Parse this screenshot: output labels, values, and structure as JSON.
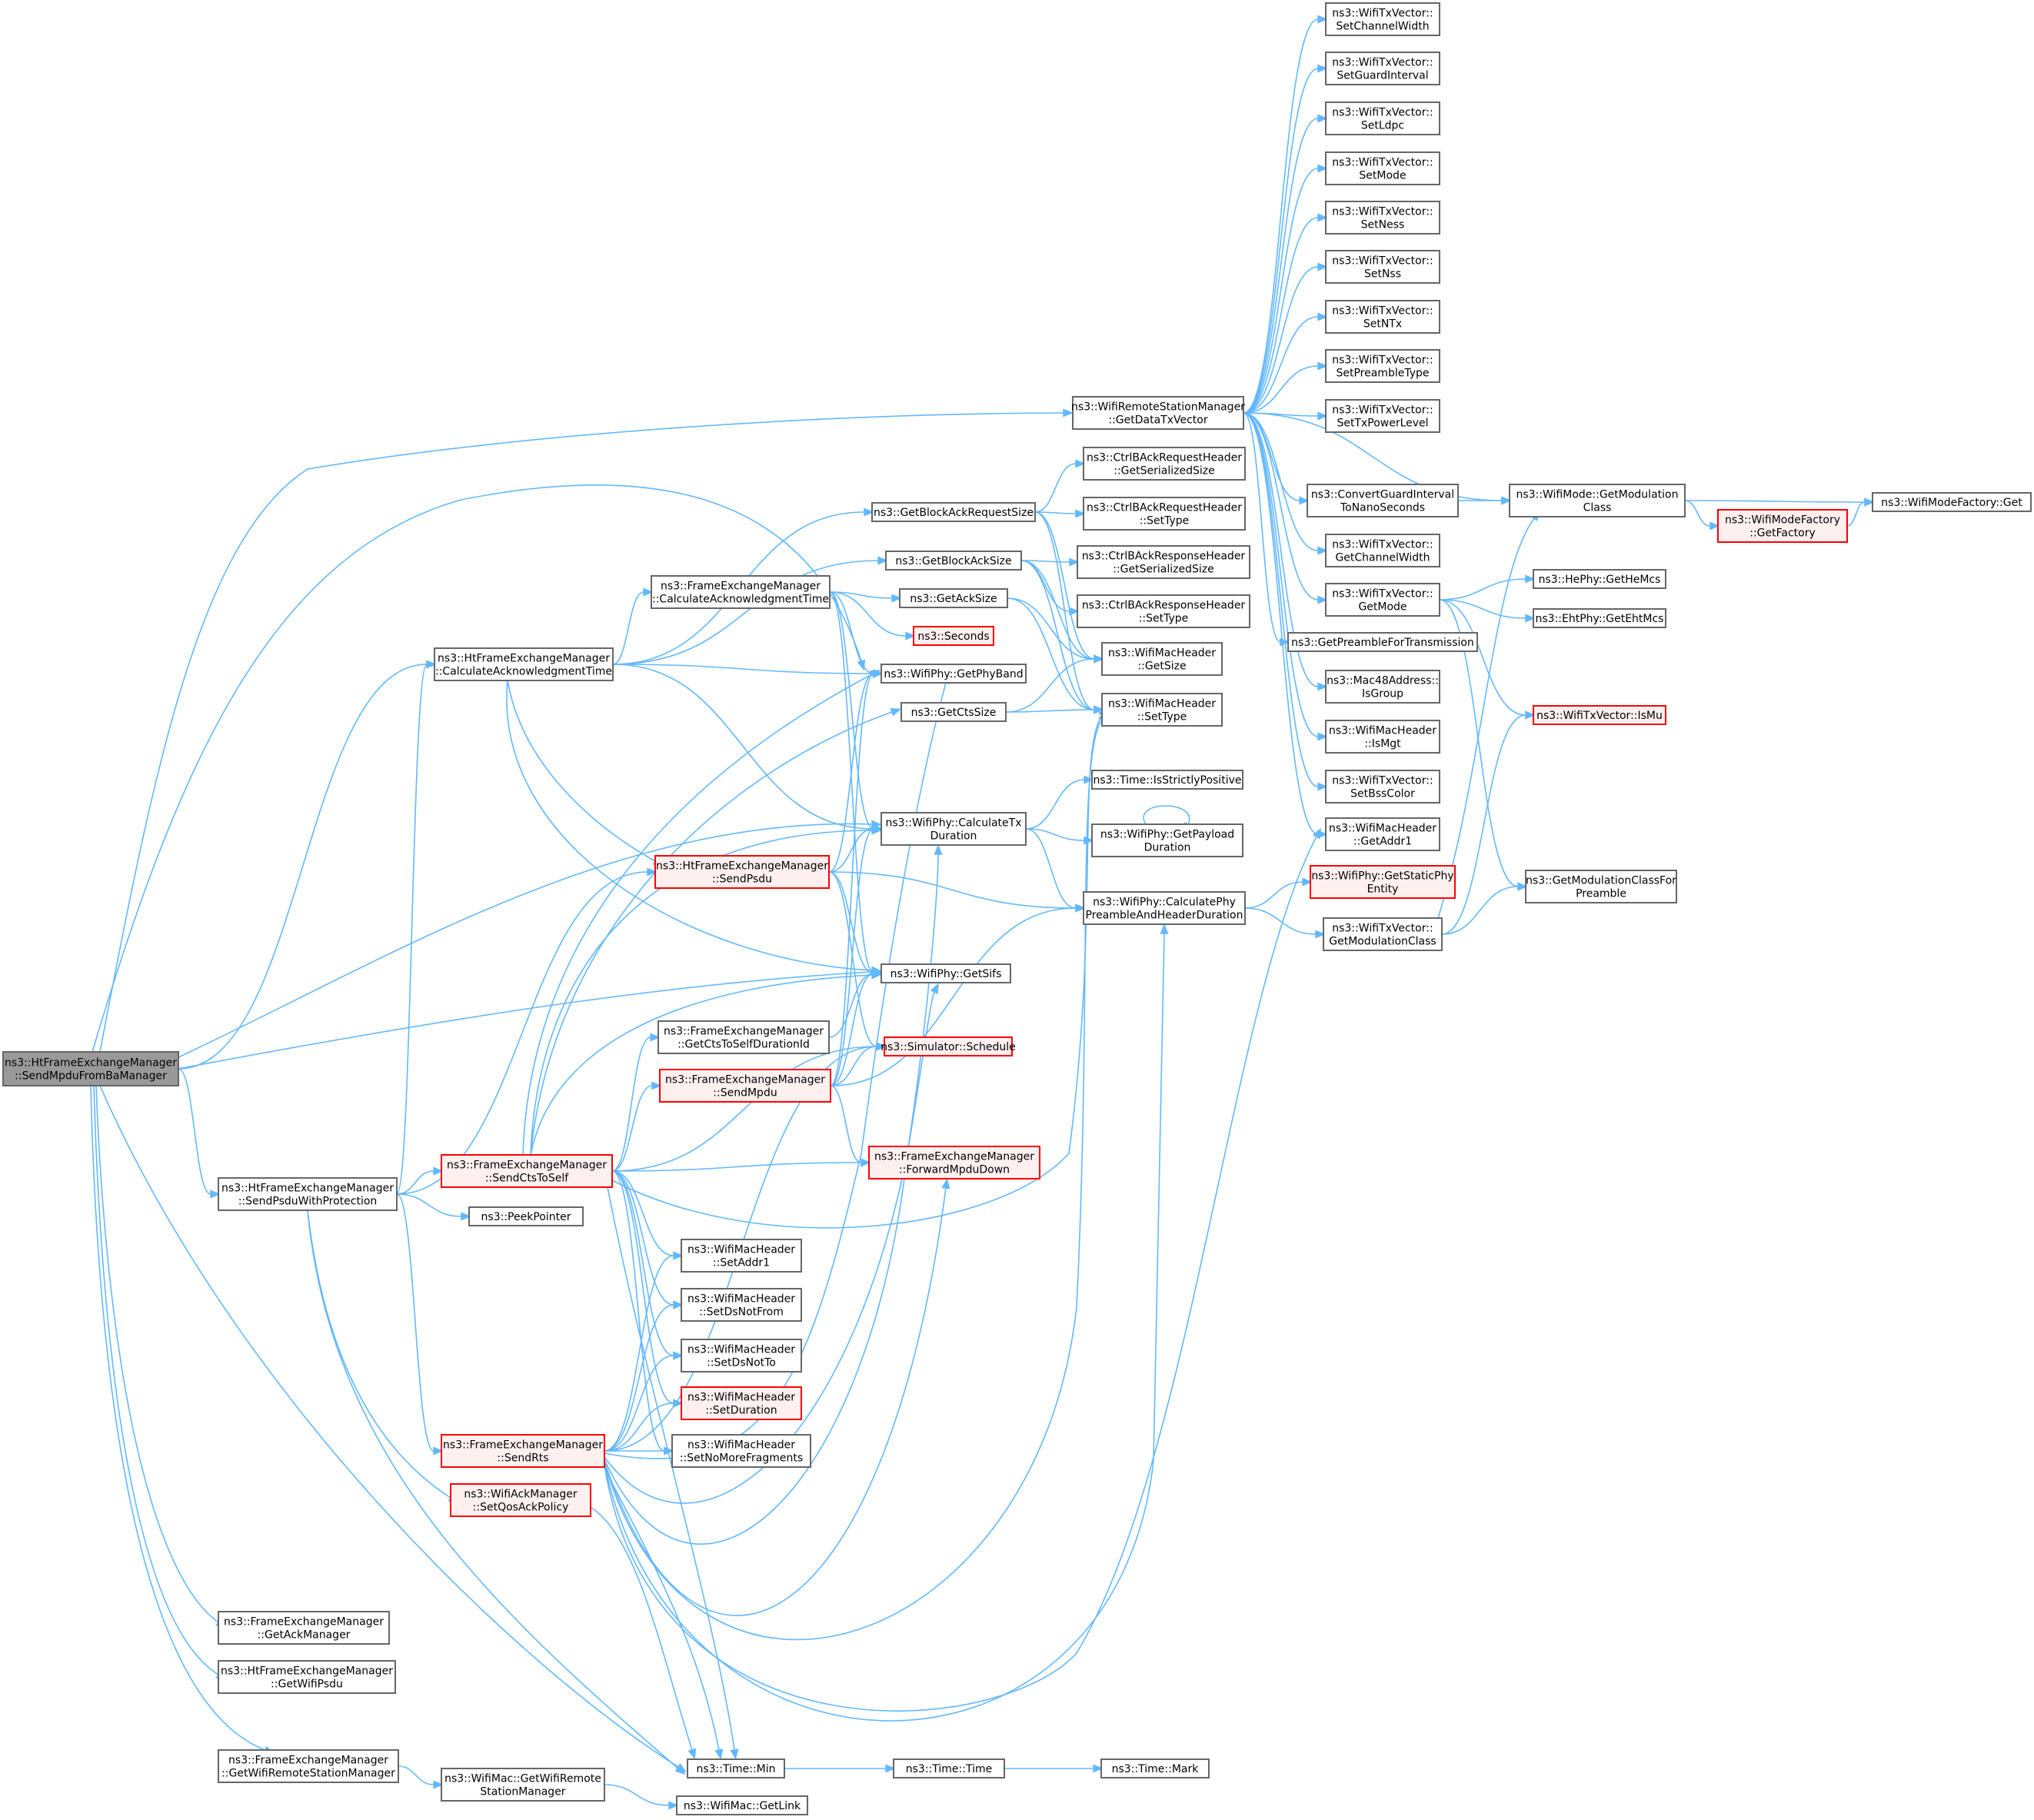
{
  "colors": {
    "edge": "#63b8ff",
    "node_border": "#666666",
    "node_fill": "#ffffff",
    "root_fill": "#999999",
    "truncated_border": "#ff0000",
    "truncated_fill": "#fff0f0"
  },
  "nodes": [
    {
      "id": "root",
      "lines": [
        "ns3::HtFrameExchangeManager",
        "::SendMpduFromBaManager"
      ],
      "style": "root"
    },
    {
      "id": "getDataTxVector",
      "lines": [
        "ns3::WifiRemoteStationManager",
        "::GetDataTxVector"
      ],
      "style": "normal"
    },
    {
      "id": "calcAckTimeHt",
      "lines": [
        "ns3::HtFrameExchangeManager",
        "::CalculateAcknowledgmentTime"
      ],
      "style": "normal"
    },
    {
      "id": "getPhyBand",
      "lines": [
        "ns3::WifiPhy::GetPhyBand"
      ],
      "style": "normal"
    },
    {
      "id": "calcTxDuration",
      "lines": [
        "ns3::WifiPhy::CalculateTx",
        "Duration"
      ],
      "style": "normal"
    },
    {
      "id": "getSifs",
      "lines": [
        "ns3::WifiPhy::GetSifs"
      ],
      "style": "normal"
    },
    {
      "id": "sendPsduWithProtection",
      "lines": [
        "ns3::HtFrameExchangeManager",
        "::SendPsduWithProtection"
      ],
      "style": "normal"
    },
    {
      "id": "timeMin",
      "lines": [
        "ns3::Time::Min"
      ],
      "style": "normal"
    },
    {
      "id": "getAckManager",
      "lines": [
        "ns3::FrameExchangeManager",
        "::GetAckManager"
      ],
      "style": "normal"
    },
    {
      "id": "getWifiPsdu",
      "lines": [
        "ns3::HtFrameExchangeManager",
        "::GetWifiPsdu"
      ],
      "style": "normal"
    },
    {
      "id": "getWifiRSM_FEM",
      "lines": [
        "ns3::FrameExchangeManager",
        "::GetWifiRemoteStationManager"
      ],
      "style": "normal"
    },
    {
      "id": "setChannelWidth",
      "lines": [
        "ns3::WifiTxVector::",
        "SetChannelWidth"
      ],
      "style": "normal"
    },
    {
      "id": "setGuardInterval",
      "lines": [
        "ns3::WifiTxVector::",
        "SetGuardInterval"
      ],
      "style": "normal"
    },
    {
      "id": "setLdpc",
      "lines": [
        "ns3::WifiTxVector::",
        "SetLdpc"
      ],
      "style": "normal"
    },
    {
      "id": "setMode",
      "lines": [
        "ns3::WifiTxVector::",
        "SetMode"
      ],
      "style": "normal"
    },
    {
      "id": "setNess",
      "lines": [
        "ns3::WifiTxVector::",
        "SetNess"
      ],
      "style": "normal"
    },
    {
      "id": "setNss",
      "lines": [
        "ns3::WifiTxVector::",
        "SetNss"
      ],
      "style": "normal"
    },
    {
      "id": "setNTx",
      "lines": [
        "ns3::WifiTxVector::",
        "SetNTx"
      ],
      "style": "normal"
    },
    {
      "id": "setPreambleType",
      "lines": [
        "ns3::WifiTxVector::",
        "SetPreambleType"
      ],
      "style": "normal"
    },
    {
      "id": "setTxPowerLevel",
      "lines": [
        "ns3::WifiTxVector::",
        "SetTxPowerLevel"
      ],
      "style": "normal"
    },
    {
      "id": "getModulationClassMode",
      "lines": [
        "ns3::WifiMode::GetModulation",
        "Class"
      ],
      "style": "normal"
    },
    {
      "id": "convertGuardInterval",
      "lines": [
        "ns3::ConvertGuardInterval",
        "ToNanoSeconds"
      ],
      "style": "normal"
    },
    {
      "id": "getChannelWidth",
      "lines": [
        "ns3::WifiTxVector::",
        "GetChannelWidth"
      ],
      "style": "normal"
    },
    {
      "id": "getModeTx",
      "lines": [
        "ns3::WifiTxVector::",
        "GetMode"
      ],
      "style": "normal"
    },
    {
      "id": "getPreambleForTx",
      "lines": [
        "ns3::GetPreambleForTransmission"
      ],
      "style": "normal"
    },
    {
      "id": "isGroup",
      "lines": [
        "ns3::Mac48Address::",
        "IsGroup"
      ],
      "style": "normal"
    },
    {
      "id": "isMgt",
      "lines": [
        "ns3::WifiMacHeader",
        "::IsMgt"
      ],
      "style": "normal"
    },
    {
      "id": "setBssColor",
      "lines": [
        "ns3::WifiTxVector::",
        "SetBssColor"
      ],
      "style": "normal"
    },
    {
      "id": "getAddr1",
      "lines": [
        "ns3::WifiMacHeader",
        "::GetAddr1"
      ],
      "style": "normal"
    },
    {
      "id": "wifiModeFactoryGet",
      "lines": [
        "ns3::WifiModeFactory::Get"
      ],
      "style": "normal"
    },
    {
      "id": "getFactory",
      "lines": [
        "ns3::WifiModeFactory",
        "::GetFactory"
      ],
      "style": "truncated"
    },
    {
      "id": "getHeMcs",
      "lines": [
        "ns3::HePhy::GetHeMcs"
      ],
      "style": "normal"
    },
    {
      "id": "getEhtMcs",
      "lines": [
        "ns3::EhtPhy::GetEhtMcs"
      ],
      "style": "normal"
    },
    {
      "id": "isMu",
      "lines": [
        "ns3::WifiTxVector::IsMu"
      ],
      "style": "truncated"
    },
    {
      "id": "getModClassForPreamble",
      "lines": [
        "ns3::GetModulationClassFor",
        "Preamble"
      ],
      "style": "normal"
    },
    {
      "id": "getBarSize",
      "lines": [
        "ns3::GetBlockAckRequestSize"
      ],
      "style": "normal"
    },
    {
      "id": "barGetSerializedSize",
      "lines": [
        "ns3::CtrlBAckRequestHeader",
        "::GetSerializedSize"
      ],
      "style": "normal"
    },
    {
      "id": "barSetType",
      "lines": [
        "ns3::CtrlBAckRequestHeader",
        "::SetType"
      ],
      "style": "normal"
    },
    {
      "id": "getBaSize",
      "lines": [
        "ns3::GetBlockAckSize"
      ],
      "style": "normal"
    },
    {
      "id": "baGetSerializedSize",
      "lines": [
        "ns3::CtrlBAckResponseHeader",
        "::GetSerializedSize"
      ],
      "style": "normal"
    },
    {
      "id": "baSetType",
      "lines": [
        "ns3::CtrlBAckResponseHeader",
        "::SetType"
      ],
      "style": "normal"
    },
    {
      "id": "calcAckTimeFem",
      "lines": [
        "ns3::FrameExchangeManager",
        "::CalculateAcknowledgmentTime"
      ],
      "style": "normal"
    },
    {
      "id": "getAckSize",
      "lines": [
        "ns3::GetAckSize"
      ],
      "style": "normal"
    },
    {
      "id": "seconds",
      "lines": [
        "ns3::Seconds"
      ],
      "style": "truncated"
    },
    {
      "id": "macGetSize",
      "lines": [
        "ns3::WifiMacHeader",
        "::GetSize"
      ],
      "style": "normal"
    },
    {
      "id": "macSetType",
      "lines": [
        "ns3::WifiMacHeader",
        "::SetType"
      ],
      "style": "normal"
    },
    {
      "id": "getCtsSize",
      "lines": [
        "ns3::GetCtsSize"
      ],
      "style": "normal"
    },
    {
      "id": "isStrictlyPositive",
      "lines": [
        "ns3::Time::IsStrictlyPositive"
      ],
      "style": "normal"
    },
    {
      "id": "sendPsdu",
      "lines": [
        "ns3::HtFrameExchangeManager",
        "::SendPsdu"
      ],
      "style": "truncated"
    },
    {
      "id": "getPayloadDuration",
      "lines": [
        "ns3::WifiPhy::GetPayload",
        "Duration"
      ],
      "style": "normal"
    },
    {
      "id": "calcPhyPreamble",
      "lines": [
        "ns3::WifiPhy::CalculatePhy",
        "PreambleAndHeaderDuration"
      ],
      "style": "normal"
    },
    {
      "id": "getStaticPhyEntity",
      "lines": [
        "ns3::WifiPhy::GetStaticPhy",
        "Entity"
      ],
      "style": "truncated"
    },
    {
      "id": "getModClassTx",
      "lines": [
        "ns3::WifiTxVector::",
        "GetModulationClass"
      ],
      "style": "normal"
    },
    {
      "id": "getCtsToSelfDurationId",
      "lines": [
        "ns3::FrameExchangeManager",
        "::GetCtsToSelfDurationId"
      ],
      "style": "normal"
    },
    {
      "id": "schedule",
      "lines": [
        "ns3::Simulator::Schedule"
      ],
      "style": "truncated"
    },
    {
      "id": "sendMpdu",
      "lines": [
        "ns3::FrameExchangeManager",
        "::SendMpdu"
      ],
      "style": "truncated"
    },
    {
      "id": "forwardMpduDown",
      "lines": [
        "ns3::FrameExchangeManager",
        "::ForwardMpduDown"
      ],
      "style": "truncated"
    },
    {
      "id": "sendCtsToSelf",
      "lines": [
        "ns3::FrameExchangeManager",
        "::SendCtsToSelf"
      ],
      "style": "truncated"
    },
    {
      "id": "peekPointer",
      "lines": [
        "ns3::PeekPointer"
      ],
      "style": "normal"
    },
    {
      "id": "setAddr1",
      "lines": [
        "ns3::WifiMacHeader",
        "::SetAddr1"
      ],
      "style": "normal"
    },
    {
      "id": "setDsNotFrom",
      "lines": [
        "ns3::WifiMacHeader",
        "::SetDsNotFrom"
      ],
      "style": "normal"
    },
    {
      "id": "setDsNotTo",
      "lines": [
        "ns3::WifiMacHeader",
        "::SetDsNotTo"
      ],
      "style": "normal"
    },
    {
      "id": "setDuration",
      "lines": [
        "ns3::WifiMacHeader",
        "::SetDuration"
      ],
      "style": "truncated"
    },
    {
      "id": "setNoMoreFragments",
      "lines": [
        "ns3::WifiMacHeader",
        "::SetNoMoreFragments"
      ],
      "style": "normal"
    },
    {
      "id": "sendRts",
      "lines": [
        "ns3::FrameExchangeManager",
        "::SendRts"
      ],
      "style": "truncated"
    },
    {
      "id": "setQosAckPolicy",
      "lines": [
        "ns3::WifiAckManager",
        "::SetQosAckPolicy"
      ],
      "style": "truncated"
    },
    {
      "id": "timeTime",
      "lines": [
        "ns3::Time::Time"
      ],
      "style": "normal"
    },
    {
      "id": "timeMark",
      "lines": [
        "ns3::Time::Mark"
      ],
      "style": "normal"
    },
    {
      "id": "macGetWifiRSM",
      "lines": [
        "ns3::WifiMac::GetWifiRemote",
        "StationManager"
      ],
      "style": "normal"
    },
    {
      "id": "macGetLink",
      "lines": [
        "ns3::WifiMac::GetLink"
      ],
      "style": "normal"
    }
  ]
}
